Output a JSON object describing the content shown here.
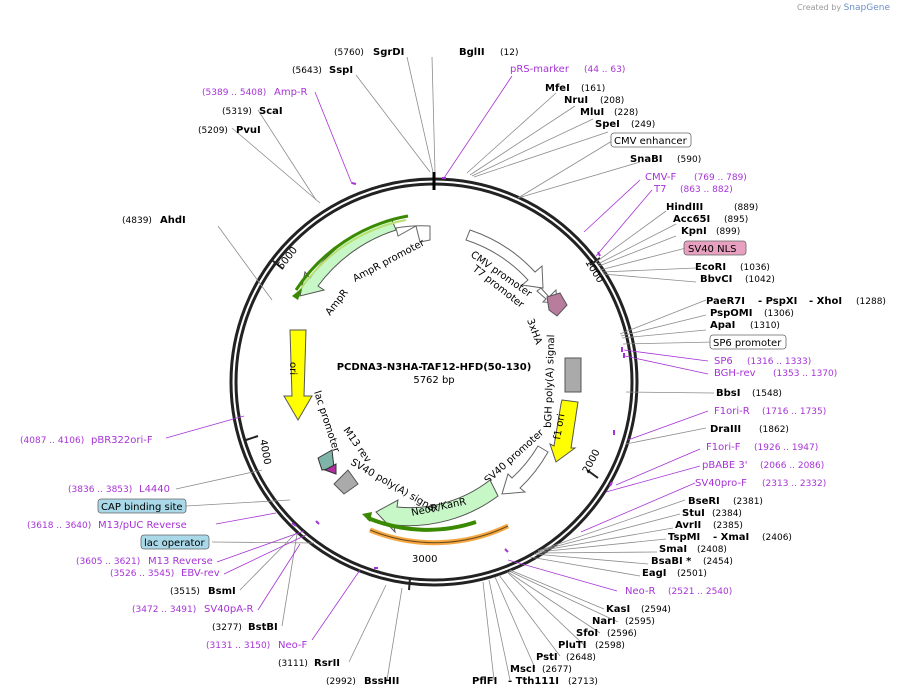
{
  "credit": {
    "prefix": "Created by",
    "brand": "SnapGene"
  },
  "plasmid": {
    "name": "PCDNA3-N3HA-TAF12-HFD(50-130)",
    "size": "5762 bp"
  },
  "ticks": [
    "1000",
    "2000",
    "3000",
    "4000",
    "5000"
  ],
  "colors": {
    "primer": "#a633d6",
    "enzyme": "#000000",
    "line": "#8c8c8c",
    "ampr": "#c7f7c7",
    "neor": "#c7f7c7",
    "ori": "#ffff00",
    "promoter": "#ffffff",
    "polya": "#aaaaaa",
    "orf_arc": "#3a8a00",
    "ampr_arc": "#b8e070",
    "neo_arc": "#f5c170"
  },
  "enzymes_right": [
    {
      "name": "BglII",
      "pos": "(12)"
    },
    {
      "name": "MfeI",
      "pos": "(161)"
    },
    {
      "name": "NruI",
      "pos": "(208)"
    },
    {
      "name": "MluI",
      "pos": "(228)"
    },
    {
      "name": "SpeI",
      "pos": "(249)"
    },
    {
      "name": "SnaBI",
      "pos": "(590)"
    },
    {
      "name": "HindIII",
      "pos": "(889)"
    },
    {
      "name": "Acc65I",
      "pos": "(895)"
    },
    {
      "name": "KpnI",
      "pos": "(899)"
    },
    {
      "name": "EcoRI",
      "pos": "(1036)"
    },
    {
      "name": "BbvCI",
      "pos": "(1042)"
    },
    {
      "name": "PaeR7I",
      "pos": ""
    },
    {
      "name": "- PspXI",
      "pos": ""
    },
    {
      "name": "- XhoI",
      "pos": "(1288)"
    },
    {
      "name": "PspOMI",
      "pos": "(1306)"
    },
    {
      "name": "ApaI",
      "pos": "(1310)"
    },
    {
      "name": "BbsI",
      "pos": "(1548)"
    },
    {
      "name": "DraIII",
      "pos": "(1862)"
    },
    {
      "name": "BseRI",
      "pos": "(2381)"
    },
    {
      "name": "StuI",
      "pos": "(2384)"
    },
    {
      "name": "AvrII",
      "pos": "(2385)"
    },
    {
      "name": "TspMI",
      "pos": ""
    },
    {
      "name": "- XmaI",
      "pos": "(2406)"
    },
    {
      "name": "SmaI",
      "pos": "(2408)"
    },
    {
      "name": "BsaBI *",
      "pos": "(2454)"
    },
    {
      "name": "EagI",
      "pos": "(2501)"
    },
    {
      "name": "KasI",
      "pos": "(2594)"
    },
    {
      "name": "NarI",
      "pos": "(2595)"
    },
    {
      "name": "SfoI",
      "pos": "(2596)"
    },
    {
      "name": "PluTI",
      "pos": "(2598)"
    },
    {
      "name": "PstI",
      "pos": "(2648)"
    },
    {
      "name": "MscI",
      "pos": "(2677)"
    },
    {
      "name": "PflFI",
      "pos": ""
    },
    {
      "name": "- Tth111I",
      "pos": "(2713)"
    }
  ],
  "enzymes_left": [
    {
      "name": "SgrDI",
      "pos": "(5760)"
    },
    {
      "name": "SspI",
      "pos": "(5643)"
    },
    {
      "name": "ScaI",
      "pos": "(5319)"
    },
    {
      "name": "PvuI",
      "pos": "(5209)"
    },
    {
      "name": "AhdI",
      "pos": "(4839)"
    },
    {
      "name": "BsmI",
      "pos": "(3515)"
    },
    {
      "name": "BstBI",
      "pos": "(3277)"
    },
    {
      "name": "RsrII",
      "pos": "(3111)"
    },
    {
      "name": "BssHII",
      "pos": "(2992)"
    }
  ],
  "primers": [
    {
      "name": "pRS-marker",
      "range": "(44 .. 63)"
    },
    {
      "name": "CMV-F",
      "range": "(769 .. 789)"
    },
    {
      "name": "T7",
      "range": "(863 .. 882)"
    },
    {
      "name": "SP6",
      "range": "(1316 .. 1333)"
    },
    {
      "name": "BGH-rev",
      "range": "(1353 .. 1370)"
    },
    {
      "name": "F1ori-R",
      "range": "(1716 .. 1735)"
    },
    {
      "name": "F1ori-F",
      "range": "(1926 .. 1947)"
    },
    {
      "name": "pBABE 3'",
      "range": "(2066 .. 2086)"
    },
    {
      "name": "SV40pro-F",
      "range": "(2313 .. 2332)"
    },
    {
      "name": "Neo-R",
      "range": "(2521 .. 2540)"
    },
    {
      "name": "Amp-R",
      "range": "(5389 .. 5408)"
    },
    {
      "name": "pBR322ori-F",
      "range": "(4087 .. 4106)"
    },
    {
      "name": "L4440",
      "range": "(3836 .. 3853)"
    },
    {
      "name": "M13/pUC Reverse",
      "range": "(3618 .. 3640)"
    },
    {
      "name": "M13 Reverse",
      "range": "(3605 .. 3621)"
    },
    {
      "name": "EBV-rev",
      "range": "(3526 .. 3545)"
    },
    {
      "name": "SV40pA-R",
      "range": "(3472 .. 3491)"
    },
    {
      "name": "Neo-F",
      "range": "(3131 .. 3150)"
    }
  ],
  "boxed": [
    {
      "name": "CMV enhancer"
    },
    {
      "name": "SV40 NLS"
    },
    {
      "name": "SP6 promoter"
    },
    {
      "name": "CAP binding site"
    },
    {
      "name": "lac operator"
    }
  ],
  "features": [
    {
      "name": "CMV promoter"
    },
    {
      "name": "T7 promoter"
    },
    {
      "name": "3xHA"
    },
    {
      "name": "bGH poly(A) signal"
    },
    {
      "name": "f1 ori"
    },
    {
      "name": "SV40 promoter"
    },
    {
      "name": "NeoR/KanR"
    },
    {
      "name": "SV40 poly(A) signal"
    },
    {
      "name": "M13 rev"
    },
    {
      "name": "lac promoter"
    },
    {
      "name": "ori"
    },
    {
      "name": "AmpR"
    },
    {
      "name": "AmpR promoter"
    }
  ]
}
